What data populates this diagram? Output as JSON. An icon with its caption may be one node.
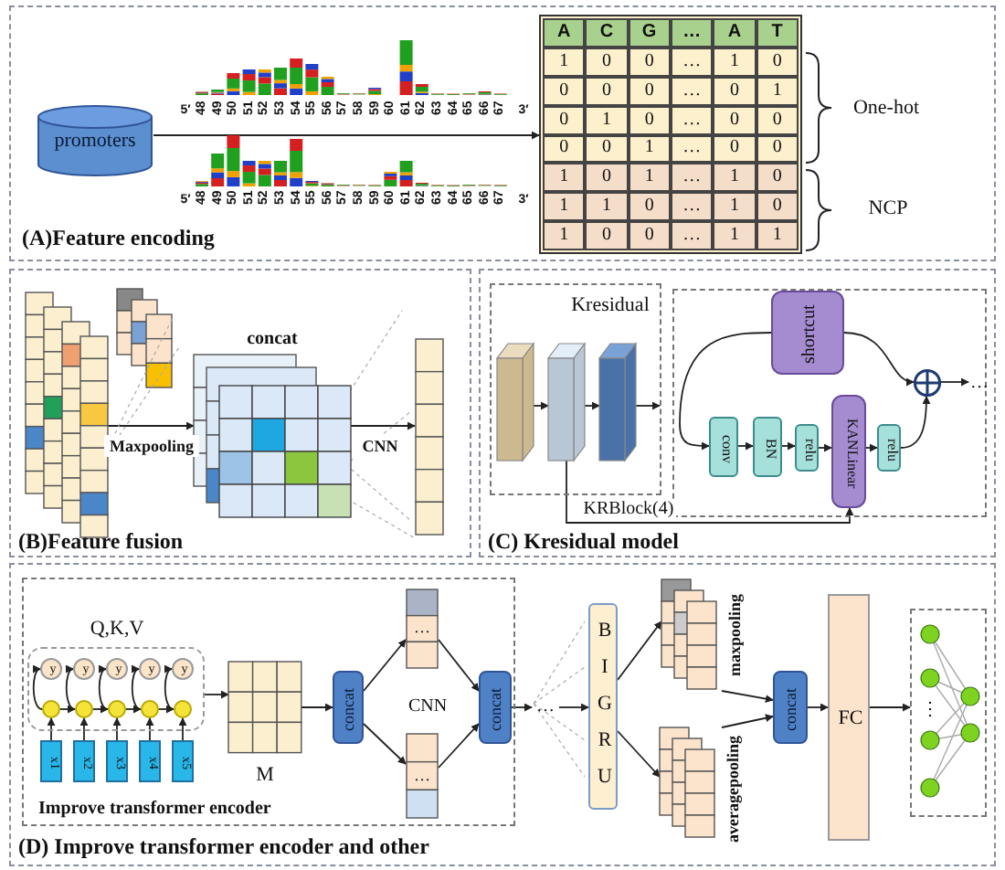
{
  "diagram": {
    "nodes": [
      {
        "text": [
          "(A)Feature encoding"
        ]
      },
      {
        "text": [
          "promoters"
        ],
        "in": 0
      },
      {
        "text": [],
        "shape": "box",
        "in": 0
      },
      {
        "text": [
          "(B)Feature fusion"
        ]
      },
      {
        "text": [],
        "shape": "box",
        "in": 3
      },
      {
        "text": [
          "concat"
        ],
        "in": 3
      },
      {
        "text": [],
        "shape": "bar",
        "in": 3
      },
      {
        "text": [
          "(C) Kresidual model"
        ]
      },
      {
        "text": [
          "Kresidual"
        ],
        "in": 7
      },
      {
        "text": [],
        "shape": "box",
        "in": 8
      },
      {
        "text": [],
        "shape": "box",
        "in": 8
      },
      {
        "text": [],
        "shape": "box",
        "in": 8
      },
      {
        "text": [],
        "shape": "box",
        "in": 7
      },
      {
        "text": [
          "shortcut"
        ],
        "in": 12
      },
      {
        "text": [
          "conv"
        ],
        "in": 12
      },
      {
        "text": [
          "BN"
        ],
        "in": 12
      },
      {
        "text": [
          "relu"
        ],
        "in": 12
      },
      {
        "text": [
          "KANLinear"
        ],
        "in": 12
      },
      {
        "text": [
          "relu"
        ],
        "in": 12
      },
      {
        "text": [],
        "shape": "circle",
        "in": 12
      },
      {
        "text": [
          "(D) Improve transformer encoder and other"
        ]
      },
      {
        "text": [
          "Improve transformer encoder"
        ],
        "in": 20
      },
      {
        "text": [
          "Q,K,V"
        ],
        "in": 21
      },
      {
        "text": [
          "y"
        ],
        "in": 22
      },
      {
        "text": [
          "y"
        ],
        "in": 22
      },
      {
        "text": [
          "y"
        ],
        "in": 22
      },
      {
        "text": [
          "y"
        ],
        "in": 22
      },
      {
        "text": [
          "y"
        ],
        "in": 22
      },
      {
        "text": [],
        "shape": "circle",
        "in": 22
      },
      {
        "text": [],
        "shape": "circle",
        "in": 22
      },
      {
        "text": [],
        "shape": "circle",
        "in": 22
      },
      {
        "text": [],
        "shape": "circle",
        "in": 22
      },
      {
        "text": [],
        "shape": "circle",
        "in": 22
      },
      {
        "text": [
          "x1"
        ],
        "in": 21
      },
      {
        "text": [
          "x2"
        ],
        "in": 21
      },
      {
        "text": [
          "x3"
        ],
        "in": 21
      },
      {
        "text": [
          "x4"
        ],
        "in": 21
      },
      {
        "text": [
          "x5"
        ],
        "in": 21
      },
      {
        "text": [
          "M"
        ],
        "in": 21
      },
      {
        "text": [
          "concat"
        ],
        "in": 21
      },
      {
        "text": [
          "…"
        ],
        "in": 21
      },
      {
        "text": [
          "…"
        ],
        "in": 21
      },
      {
        "text": [
          "concat"
        ],
        "in": 21
      },
      {
        "text": [
          "…"
        ],
        "in": 20
      },
      {
        "text": [
          "B I G R U"
        ],
        "in": 20
      },
      {
        "text": [
          "maxpooling"
        ],
        "in": 20
      },
      {
        "text": [
          "averagepooling"
        ],
        "in": 20
      },
      {
        "text": [
          "concat"
        ],
        "in": 20
      },
      {
        "text": [
          "FC"
        ],
        "in": 20
      },
      {
        "text": [],
        "shape": "box",
        "in": 20
      },
      {
        "text": [
          "…"
        ],
        "in": 12
      }
    ],
    "edges": [
      {
        "from": 1,
        "to": 2,
        "arrow": "to"
      },
      {
        "from": 4,
        "to": 5,
        "arrow": "to",
        "label": "Maxpooling"
      },
      {
        "from": 5,
        "to": 6,
        "arrow": "to",
        "label": "CNN"
      },
      {
        "from": 9,
        "to": 10,
        "arrow": "to"
      },
      {
        "from": 10,
        "to": 11,
        "arrow": "to"
      },
      {
        "from": 11,
        "to": null,
        "arrow": "to"
      },
      {
        "from": null,
        "to": 13,
        "arrow": "none"
      },
      {
        "from": null,
        "to": 14,
        "arrow": "to"
      },
      {
        "from": 14,
        "to": 15,
        "arrow": "to"
      },
      {
        "from": 15,
        "to": 16,
        "arrow": "to"
      },
      {
        "from": 16,
        "to": 17,
        "arrow": "to"
      },
      {
        "from": 17,
        "to": 18,
        "arrow": "to"
      },
      {
        "from": 18,
        "to": 19,
        "arrow": "to"
      },
      {
        "from": 13,
        "to": 19,
        "arrow": "to"
      },
      {
        "from": 19,
        "to": 50,
        "arrow": "to"
      },
      {
        "from": 10,
        "to": 17,
        "arrow": "to",
        "label": "KRBlock(4)"
      },
      {
        "from": 33,
        "to": 28,
        "arrow": "to"
      },
      {
        "from": 34,
        "to": 29,
        "arrow": "to"
      },
      {
        "from": 35,
        "to": 30,
        "arrow": "to"
      },
      {
        "from": 36,
        "to": 31,
        "arrow": "to"
      },
      {
        "from": 37,
        "to": 32,
        "arrow": "to"
      },
      {
        "from": 28,
        "to": 23,
        "arrow": "to"
      },
      {
        "from": 29,
        "to": 24,
        "arrow": "to"
      },
      {
        "from": 30,
        "to": 25,
        "arrow": "to"
      },
      {
        "from": 31,
        "to": 26,
        "arrow": "to"
      },
      {
        "from": 32,
        "to": 27,
        "arrow": "to"
      },
      {
        "from": 28,
        "to": 29,
        "arrow": "to"
      },
      {
        "from": 29,
        "to": 30,
        "arrow": "to"
      },
      {
        "from": 30,
        "to": 31,
        "arrow": "to"
      },
      {
        "from": 31,
        "to": 32,
        "arrow": "to"
      },
      {
        "from": 22,
        "to": 38,
        "arrow": "to"
      },
      {
        "from": 38,
        "to": 39,
        "arrow": "to"
      },
      {
        "from": 39,
        "to": 40,
        "arrow": "to"
      },
      {
        "from": 39,
        "to": 41,
        "arrow": "to"
      },
      {
        "from": 40,
        "to": 42,
        "arrow": "to"
      },
      {
        "from": 41,
        "to": 42,
        "arrow": "to"
      },
      {
        "from": 42,
        "to": 43,
        "arrow": "to"
      },
      {
        "from": 43,
        "to": 44,
        "arrow": "to"
      },
      {
        "from": 44,
        "to": 45,
        "arrow": "to"
      },
      {
        "from": 44,
        "to": 46,
        "arrow": "to"
      },
      {
        "from": 45,
        "to": 47,
        "arrow": "to"
      },
      {
        "from": 46,
        "to": 47,
        "arrow": "to"
      },
      {
        "from": 47,
        "to": 48,
        "arrow": "to"
      },
      {
        "from": 48,
        "to": 49,
        "arrow": "to"
      }
    ],
    "labels": [
      "5′",
      "48",
      "49",
      "50",
      "51",
      "52",
      "53",
      "54",
      "55",
      "56",
      "57",
      "58",
      "59",
      "60",
      "61",
      "62",
      "63",
      "64",
      "65",
      "66",
      "67",
      "3′",
      "5′",
      "48",
      "49",
      "50",
      "51",
      "52",
      "53",
      "54",
      "55",
      "56",
      "57",
      "58",
      "59",
      "60",
      "61",
      "62",
      "63",
      "64",
      "65",
      "66",
      "67",
      "3′",
      "A",
      "C",
      "G",
      "…",
      "A",
      "T",
      "1",
      "0",
      "0",
      "…",
      "1",
      "0",
      "0",
      "0",
      "0",
      "…",
      "0",
      "1",
      "0",
      "1",
      "0",
      "…",
      "0",
      "0",
      "0",
      "0",
      "1",
      "…",
      "0",
      "0",
      "1",
      "0",
      "1",
      "…",
      "1",
      "0",
      "1",
      "1",
      "0",
      "…",
      "1",
      "0",
      "1",
      "0",
      "0",
      "…",
      "1",
      "1",
      "One-hot",
      "NCP",
      "CNN",
      "⋮"
    ]
  }
}
